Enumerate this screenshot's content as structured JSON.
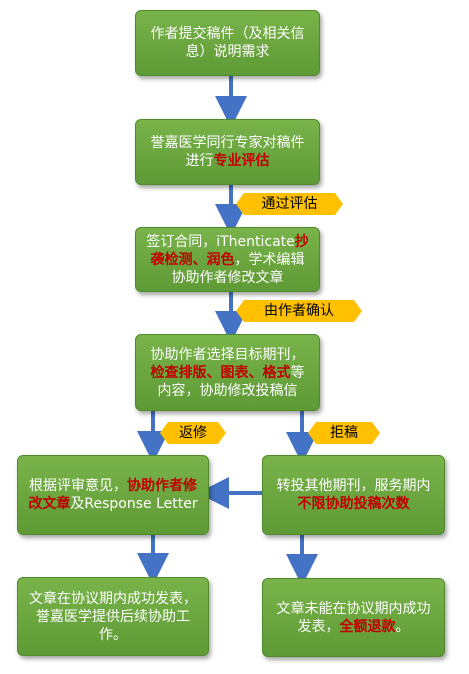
{
  "nodes": {
    "n1": {
      "text": "作者提交稿件（及相关信息）说明需求"
    },
    "n2": {
      "pre": "誉嘉医学同行专家对稿件进行",
      "em": "专业评估",
      "post": ""
    },
    "n3": {
      "pre": "签订合同，iThenticate",
      "em": "抄袭检测、润色",
      "post": "，学术编辑协助作者修改文章"
    },
    "n4": {
      "pre": "协助作者选择目标期刊，",
      "em": "检查排版、图表、格式",
      "post": "等内容，协助修改投稿信"
    },
    "n5": {
      "pre": "根据评审意见，",
      "em": "协助作者修改文章",
      "post": "及Response Letter"
    },
    "n6": {
      "pre": "转投其他期刊，服务期内",
      "em": "不限协助投稿次数",
      "post": ""
    },
    "n7": {
      "text": "文章在协议期内成功发表，誉嘉医学提供后续协助工作。"
    },
    "n8": {
      "pre": "文章未能在协议期内成功发表，",
      "em": "全额退款",
      "post": "。"
    }
  },
  "labels": {
    "pass": "通过评估",
    "author_confirm": "由作者确认",
    "return": "返修",
    "reject": "拒稿"
  },
  "colors": {
    "box_fill": "#6aa63f",
    "emphasis": "#c00000",
    "arrow": "#4472c4",
    "label_fill": "#ffc000"
  }
}
